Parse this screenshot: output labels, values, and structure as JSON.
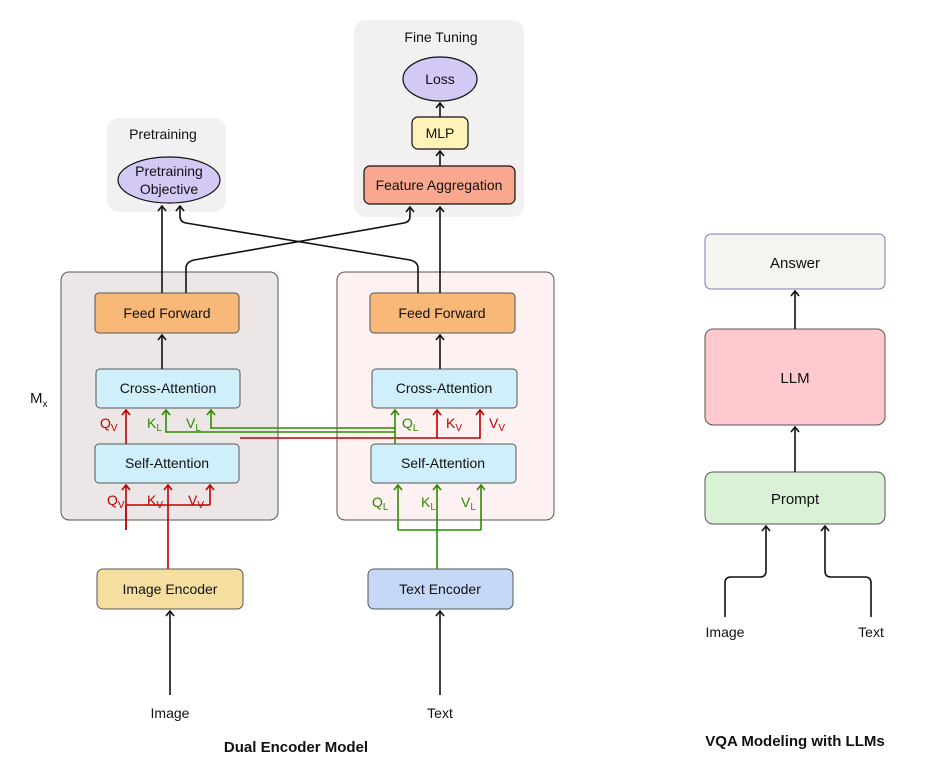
{
  "groups": {
    "pretraining": "Pretraining",
    "fine_tuning": "Fine Tuning"
  },
  "nodes": {
    "pretraining_objective_line1": "Pretraining",
    "pretraining_objective_line2": "Objective",
    "loss": "Loss",
    "mlp": "MLP",
    "feature_aggregation": "Feature Aggregation",
    "feed_forward_left": "Feed Forward",
    "feed_forward_right": "Feed Forward",
    "cross_attention_left": "Cross-Attention",
    "cross_attention_right": "Cross-Attention",
    "self_attention_left": "Self-Attention",
    "self_attention_right": "Self-Attention",
    "image_encoder": "Image Encoder",
    "text_encoder": "Text Encoder",
    "answer": "Answer",
    "llm": "LLM",
    "prompt": "Prompt"
  },
  "labels": {
    "mx_main": "M",
    "mx_sub": "x",
    "q": "Q",
    "k": "K",
    "v": "V",
    "sub_v": "V",
    "sub_l": "L",
    "input_image": "Image",
    "input_text": "Text",
    "vqa_image": "Image",
    "vqa_text": "Text"
  },
  "captions": {
    "left": "Dual Encoder Model",
    "right": "VQA Modeling with LLMs"
  },
  "colors": {
    "red": "#c00000",
    "green": "#2e8b00",
    "feed_forward": "#f8b878",
    "attention": "#cff0fa",
    "encoder_image": "#f5dfa0",
    "encoder_text": "#c5d9f7",
    "feature_aggregation": "#f9a88f",
    "mlp": "#fff3b8",
    "ellipse": "#d4c8f5",
    "panel_left": "#ece6e6",
    "panel_right": "#fdf1f1",
    "group_bg": "#f2f0f0",
    "answer": "#f5f5f0",
    "llm": "#ffc9cf",
    "prompt": "#d9f2d6"
  }
}
